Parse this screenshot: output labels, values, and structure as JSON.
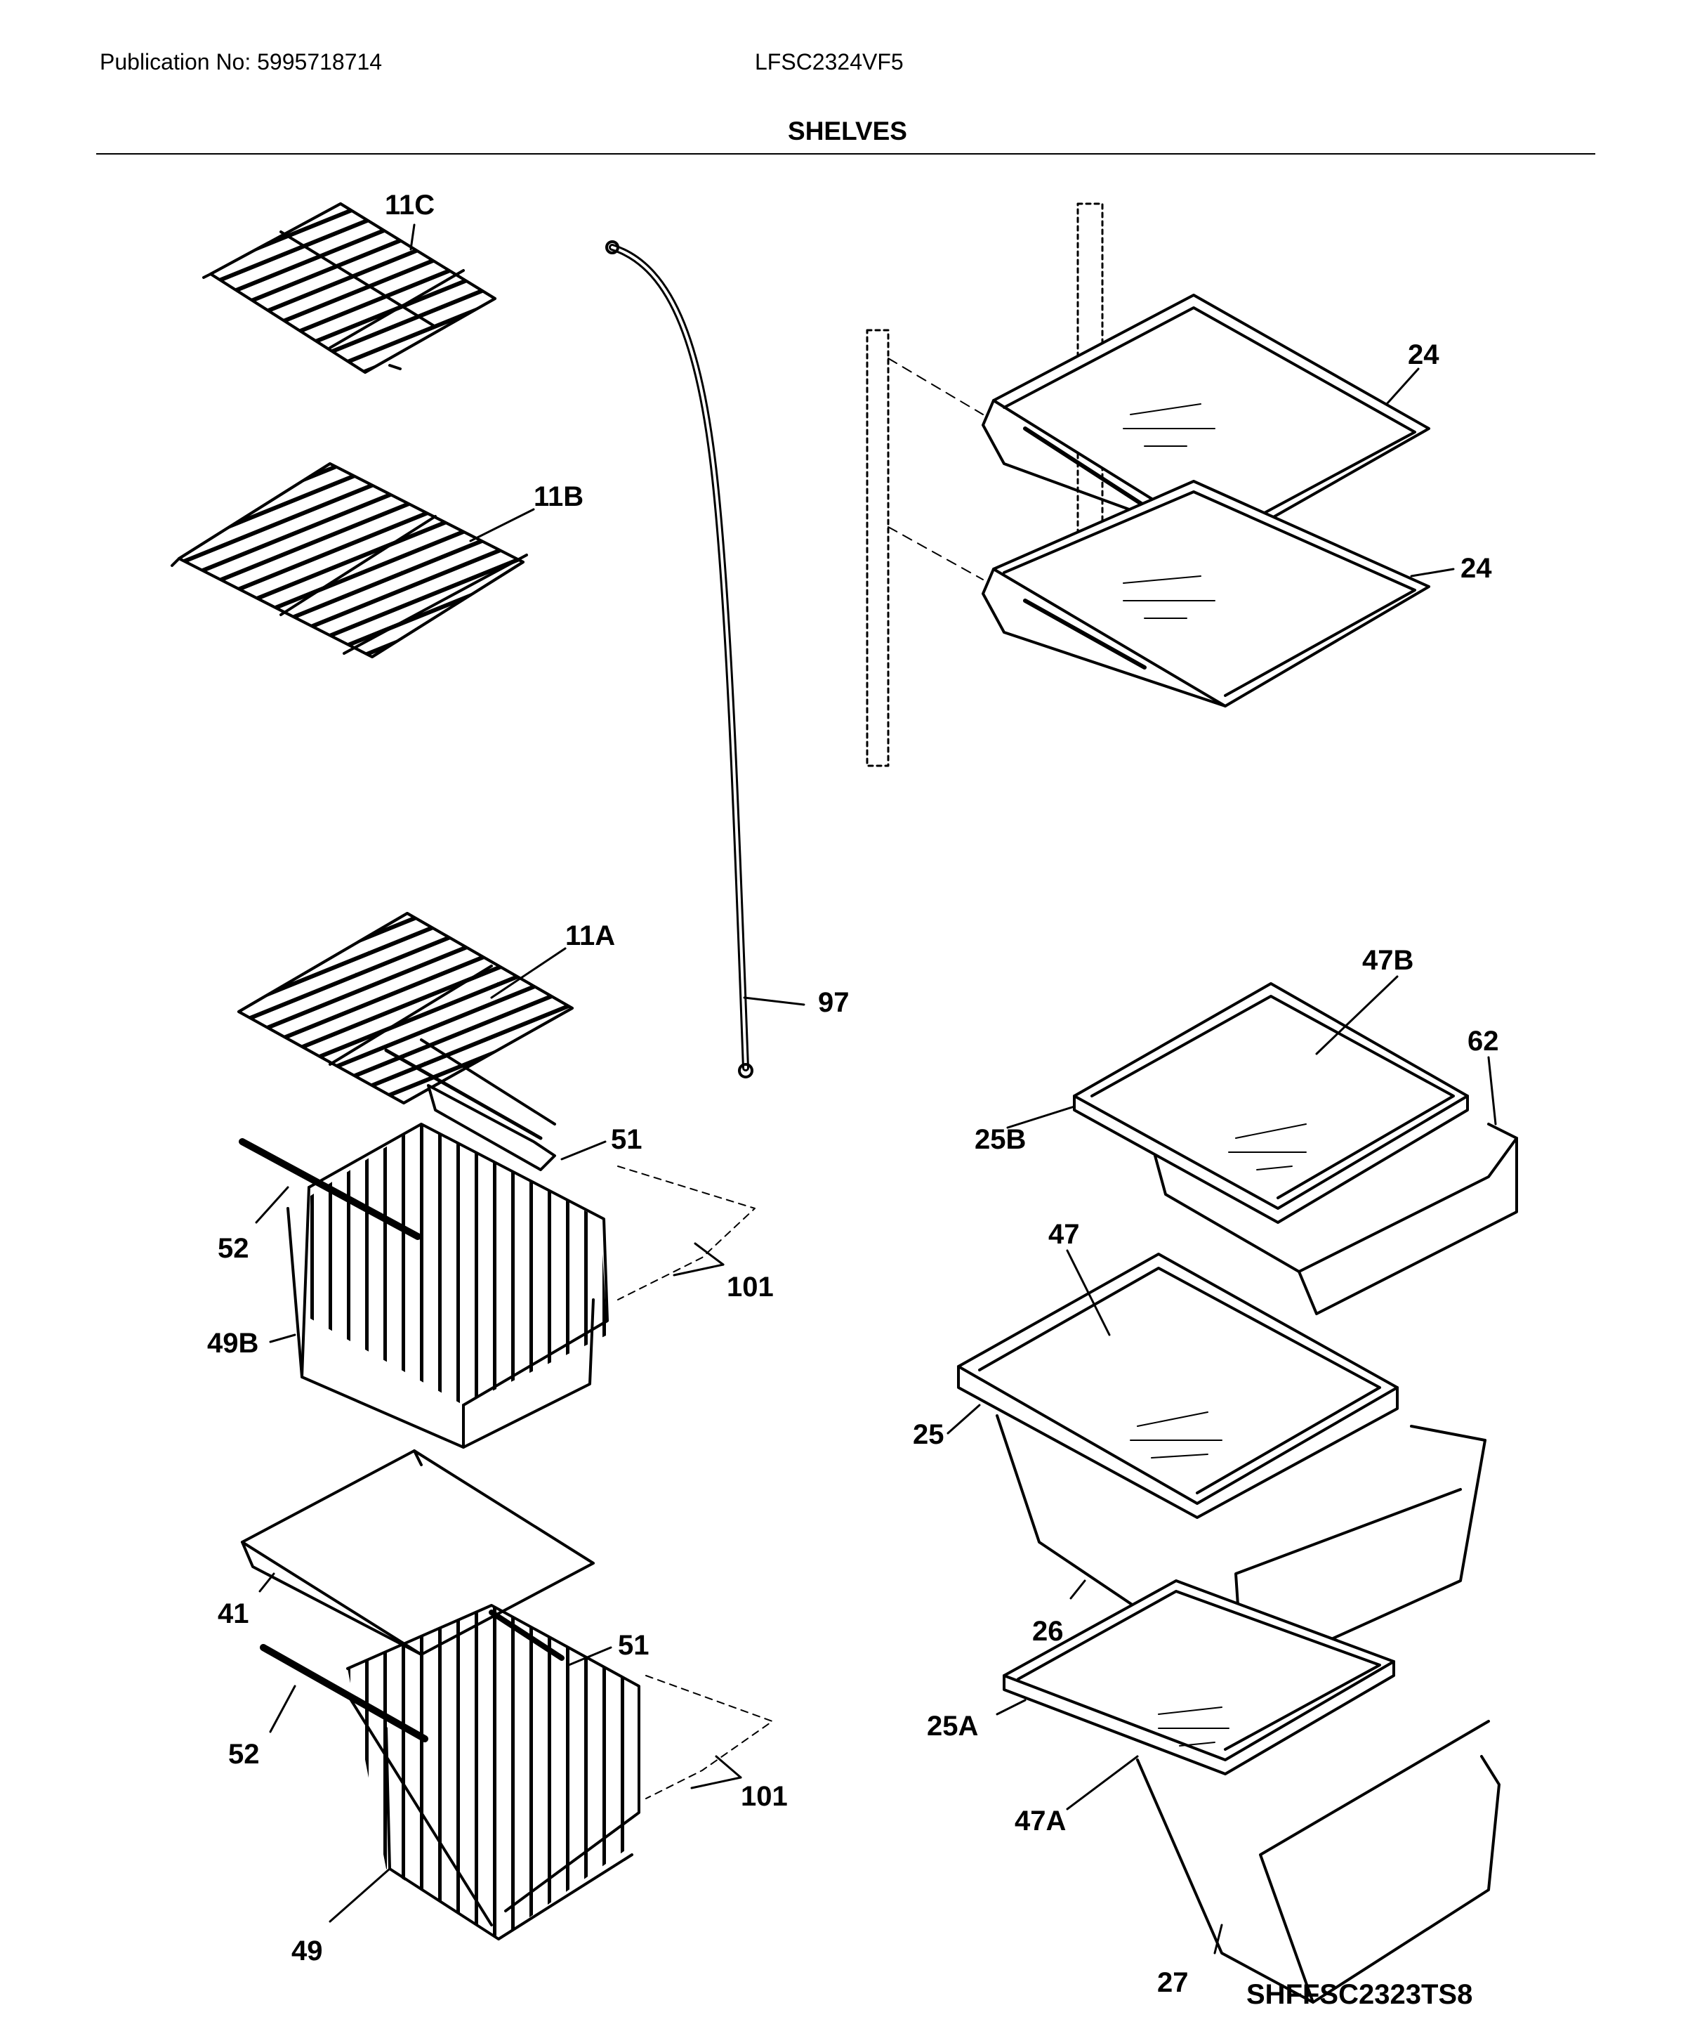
{
  "header": {
    "publication": "Publication No: 5995718714",
    "model": "LFSC2324VF5",
    "title": "SHELVES"
  },
  "diagram": {
    "code": "SHFFSC2323TS8",
    "parts": {
      "p11C": "11C",
      "p11B": "11B",
      "p11A": "11A",
      "p24a": "24",
      "p24b": "24",
      "p97": "97",
      "p47B": "47B",
      "p62": "62",
      "p25B": "25B",
      "p47": "47",
      "p25": "25",
      "p26": "26",
      "p25A": "25A",
      "p47A": "47A",
      "p27": "27",
      "p51a": "51",
      "p52a": "52",
      "p101a": "101",
      "p49B": "49B",
      "p41": "41",
      "p51b": "51",
      "p52b": "52",
      "p101b": "101",
      "p49": "49"
    }
  }
}
